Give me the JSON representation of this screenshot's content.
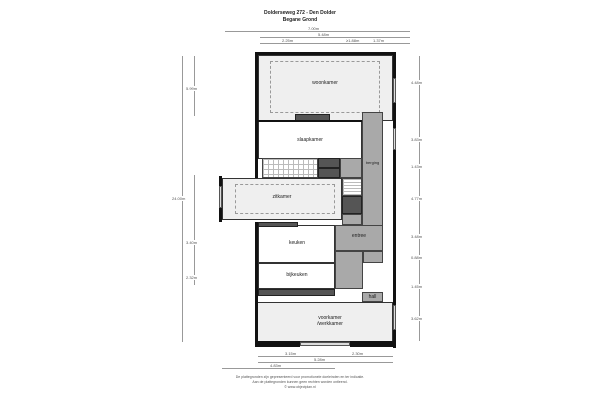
{
  "title": {
    "address": "Dolderseweg 272 - Den Dolder",
    "floor": "Begane Grond"
  },
  "dimensions": {
    "top": [
      "7.00m",
      "5.48m",
      "2.25m",
      "≥1.88m",
      "1.37m"
    ],
    "bottom": [
      "3.15m",
      "2.30m",
      "5.28m",
      "4.83m"
    ],
    "left": [
      "5.99m",
      "24.00m",
      "3.40m",
      "2.32m"
    ],
    "right": [
      "4.48m",
      "3.83m",
      "1.43m",
      "4.77m",
      "3.48m",
      "0.88m",
      "1.45m",
      "3.62m"
    ]
  },
  "rooms": {
    "woonkamer": "woonkamer",
    "slaapkamer": "slaapkamer",
    "berging": "berging",
    "zitkamer": "zitkamer",
    "keuken": "keuken",
    "entree": "entree",
    "bijkeuken": "bijkeuken",
    "hall": "hall",
    "voorkamer": "voorkamer",
    "werkkamer": "/werkkamer"
  },
  "disclaimer": [
    "De plattegronden zijn gepresenteerd voor promotionele doeleinden en ter indicatie.",
    "Aan de plattegronden kunnen geen rechten worden ontleend.",
    "© www.objectplan.nl"
  ]
}
